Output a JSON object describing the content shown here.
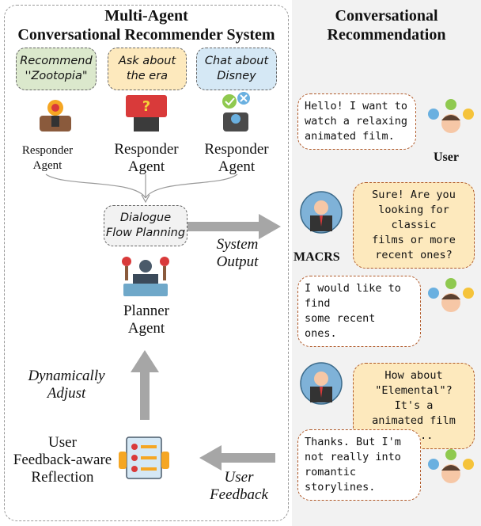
{
  "left_panel": {
    "title_line1": "Multi-Agent",
    "title_line2": "Conversational Recommender System",
    "agent_bubbles": [
      {
        "text_line1": "Recommend",
        "text_line2": "''Zootopia\"",
        "color": "#dbe8cc"
      },
      {
        "text_line1": "Ask about",
        "text_line2": "the era",
        "color": "#fde9bd"
      },
      {
        "text_line1": "Chat about",
        "text_line2": "Disney",
        "color": "#d5e8f5"
      }
    ],
    "responder_agents": [
      {
        "line1": "Responder",
        "line2": "Agent"
      },
      {
        "line1": "Responder",
        "line2": "Agent"
      },
      {
        "line1": "Responder",
        "line2": "Agent"
      }
    ],
    "planning_bubble": {
      "line1": "Dialogue",
      "line2": "Flow Planning"
    },
    "planner": {
      "line1": "Planner",
      "line2": "Agent"
    },
    "adjust": {
      "line1": "Dynamically",
      "line2": "Adjust"
    },
    "reflection": {
      "line1": "User",
      "line2": "Feedback-aware",
      "line3": "Reflection"
    },
    "system_output": {
      "line1": "System",
      "line2": "Output"
    },
    "user_feedback": {
      "line1": "User",
      "line2": "Feedback"
    }
  },
  "right_panel": {
    "title_line1": "Conversational",
    "title_line2": "Recommendation",
    "messages": [
      {
        "speaker": "User",
        "lines": [
          "Hello! I want to",
          "watch a relaxing",
          "animated film."
        ]
      },
      {
        "speaker": "MACRS",
        "lines": [
          "Sure! Are you",
          "looking for classic",
          "films or more",
          "recent ones?"
        ]
      },
      {
        "speaker": "User",
        "lines": [
          "I would like to find",
          "some recent ones."
        ]
      },
      {
        "speaker": "MACRS",
        "lines": [
          "How about",
          "\"Elemental\"? It's a",
          "animated film ......"
        ]
      },
      {
        "speaker": "User",
        "lines": [
          "Thanks. But I'm",
          "not really into",
          "romantic storylines."
        ]
      }
    ],
    "user_label": "User",
    "macrs_label": "MACRS"
  },
  "colors": {
    "arrow_gray": "#a6a6a6",
    "bot_bubble": "#fde9bd",
    "right_bg": "#f2f2f2",
    "bubble_border": "#b05a2a"
  }
}
